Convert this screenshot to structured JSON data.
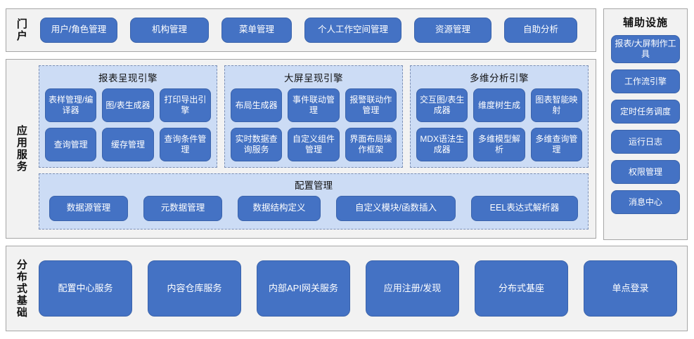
{
  "theme": {
    "button_fill": "#4472c4",
    "button_border": "#3a63ab",
    "panel_fill": "#ccdcf5",
    "panel_border": "#7b8fb5",
    "section_fill": "#f2f2f2",
    "section_border": "#a6a6a6",
    "text_on_button": "#ffffff",
    "text_dark": "#111111"
  },
  "portal": {
    "label": "门户",
    "items": [
      {
        "label": "用户/角色管理"
      },
      {
        "label": "机构管理"
      },
      {
        "label": "菜单管理"
      },
      {
        "label": "个人工作空间管理"
      },
      {
        "label": "资源管理"
      },
      {
        "label": "自助分析"
      }
    ]
  },
  "aux": {
    "title": "辅助设施",
    "items": [
      {
        "label": "报表/大屏制作工具"
      },
      {
        "label": "工作流引擎"
      },
      {
        "label": "定时任务调度"
      },
      {
        "label": "运行日志"
      },
      {
        "label": "权限管理"
      },
      {
        "label": "消息中心"
      }
    ]
  },
  "app_services": {
    "label": "应用服务",
    "engines": [
      {
        "title": "报表呈现引擎",
        "items": [
          {
            "label": "表样管理/编译器"
          },
          {
            "label": "图/表生成器"
          },
          {
            "label": "打印导出引擎"
          },
          {
            "label": "查询管理"
          },
          {
            "label": "缓存管理"
          },
          {
            "label": "查询条件管理"
          }
        ]
      },
      {
        "title": "大屏呈现引擎",
        "items": [
          {
            "label": "布局生成器"
          },
          {
            "label": "事件联动管理"
          },
          {
            "label": "报警联动作管理"
          },
          {
            "label": "实时数据查询服务"
          },
          {
            "label": "自定义组件管理"
          },
          {
            "label": "界面布局操作框架"
          }
        ]
      },
      {
        "title": "多维分析引擎",
        "items": [
          {
            "label": "交互图/表生成器"
          },
          {
            "label": "维度树生成"
          },
          {
            "label": "图表智能映射"
          },
          {
            "label": "MDX语法生成器"
          },
          {
            "label": "多维模型解析"
          },
          {
            "label": "多维查询管理"
          }
        ]
      }
    ],
    "config": {
      "title": "配置管理",
      "items": [
        {
          "label": "数据源管理"
        },
        {
          "label": "元数据管理"
        },
        {
          "label": "数据结构定义"
        },
        {
          "label": "自定义模块/函数插入"
        },
        {
          "label": "EEL表达式解析器"
        }
      ]
    }
  },
  "distributed": {
    "label": "分布式基础",
    "items": [
      {
        "label": "配置中心服务"
      },
      {
        "label": "内容仓库服务"
      },
      {
        "label": "内部API网关服务"
      },
      {
        "label": "应用注册/发现"
      },
      {
        "label": "分布式基座"
      },
      {
        "label": "单点登录"
      }
    ]
  }
}
